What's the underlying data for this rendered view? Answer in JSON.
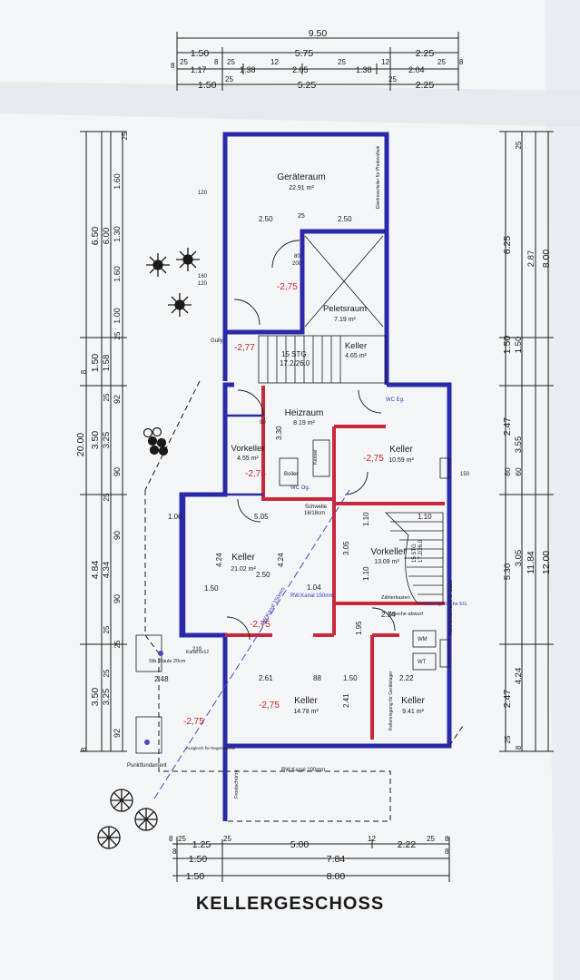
{
  "title": "KELLERGESCHOSS",
  "colors": {
    "outer_wall": "#2a2aa8",
    "inner_wall": "#c8283c",
    "dim": "#1a1a1a",
    "level": "#c0282c",
    "paper": "#f4f5f7"
  },
  "top_dims": {
    "overall": "9.50",
    "row1": [
      "1.50",
      "5.75",
      "2.25"
    ],
    "row2": [
      "8",
      "25",
      "1.17",
      "8",
      "25",
      "1.38",
      "12",
      "2.05",
      "25",
      "1.38",
      "12",
      "2.04",
      "25",
      "8"
    ],
    "row3": [
      "1.50",
      "25",
      "5.25",
      "25",
      "2.25"
    ]
  },
  "left_dims": {
    "overall": "20.00",
    "outer": [
      "6.50",
      "1.50",
      "3.50",
      "4.84",
      "3.50"
    ],
    "middle": [
      "6.00",
      "1.58",
      "3.25",
      "4.34",
      "3.25"
    ],
    "inner": [
      "1.60",
      "1.30",
      "1.60",
      "1.00",
      "92",
      "90",
      "90",
      "90",
      "92"
    ],
    "small": [
      "25",
      "8",
      "25",
      "25",
      "25",
      "25",
      "25",
      "25",
      "8"
    ]
  },
  "right_dims": {
    "overall": "12.00",
    "outer": [
      "6.25",
      "8.00",
      "1.50",
      "2.47",
      "11.84",
      "2.47"
    ],
    "inner": [
      "2.87",
      "1.50",
      "3.55",
      "5.30",
      "3.05",
      "4.24",
      "80",
      "60",
      "25",
      "25",
      "8"
    ]
  },
  "bottom_dims": {
    "row1": [
      "8",
      "25",
      "1.25",
      "25",
      "5.00",
      "12",
      "2.22",
      "25",
      "8"
    ],
    "row2": [
      "8",
      "1.50",
      "7.84",
      "8"
    ],
    "row3": [
      "1.50",
      "8.00"
    ]
  },
  "rooms": [
    {
      "name": "Geräteraum",
      "area": "22.91 m²"
    },
    {
      "name": "Peletsraum",
      "area": "7.19 m²"
    },
    {
      "name": "Keller",
      "area": "4.65 m²"
    },
    {
      "name": "Heizraum",
      "area": "8.19 m²"
    },
    {
      "name": "Vorkeller",
      "area": "4.55 m²"
    },
    {
      "name": "Keller",
      "area": "10.59 m²"
    },
    {
      "name": "Keller",
      "area": "21.02 m²"
    },
    {
      "name": "Vorkeller",
      "area": "13.09 m²"
    },
    {
      "name": "Keller",
      "area": "14.78 m²"
    },
    {
      "name": "Keller",
      "area": "9.41 m²"
    }
  ],
  "levels": [
    "-2,75",
    "-2,77",
    "-2,75",
    "-2,75",
    "-2,75",
    "-2,75",
    "-2,75"
  ],
  "annotations": {
    "stairs_top": "15 STG",
    "stairs_top_dim": "17.2/26.0",
    "stairs_right": "15 STG",
    "stairs_right_dim": "17.2/26.0",
    "gully": "Gully",
    "boiler": "Boiler",
    "kessel": "Kessel",
    "schwelle": "Schwelle",
    "schwelle_dim": "16/18cm",
    "wc_eg": "WC Eg.",
    "wc_og": "WC Og.",
    "rw_kanal_100": "RW.Kanal 100mm",
    "rw_kanal_150": "RW.Kanal 150mm",
    "sw_kanal": "SW.Kanal 150mm",
    "elektro": "Elektroverteiler für Photovoltaik",
    "bad_kueche": "Bad Eg. Küche EG.",
    "waesche": "Wäsche abwurf",
    "zaehler": "Zählerkasten",
    "wm": "WM",
    "wt": "WT",
    "punktfundament": "Punktfundament",
    "stb_saeule": "Stb. Säule 20cm",
    "frostschuerze": "Frostschürze",
    "kellereingang": "Kellereingang für Gerätelager",
    "lueftung": "Kellerlichtschacht für Gäste",
    "ausgleich": "Ausgleich für Regenwasser",
    "kanal_6x12": "Kanal 6x12",
    "dims_inner": [
      "2.50",
      "25",
      "2.50",
      "2.50",
      "1.04",
      "2.61",
      "88",
      "1.50",
      "2.22",
      "2.34",
      "1.50",
      "3.30",
      "2.41",
      "4.24",
      "4.24",
      "3.05",
      "1.95",
      "2.48",
      "1.00",
      "5.05",
      "1.10",
      "1.10",
      "1.10",
      "80",
      "200",
      "90",
      "210",
      "120",
      "150",
      "160",
      "120"
    ]
  }
}
